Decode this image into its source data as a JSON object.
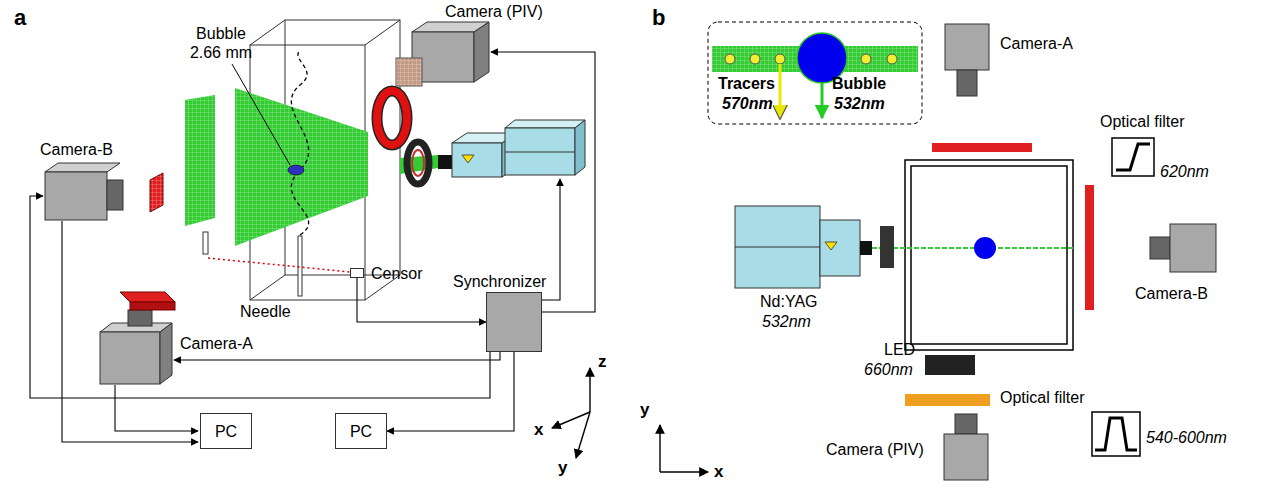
{
  "diagram": {
    "nodes": [
      {
        "text": [
          "Censor"
        ]
      },
      {
        "text": [
          "Synchronizer"
        ]
      },
      {
        "text": [
          "PC"
        ]
      },
      {
        "text": [
          "PC"
        ]
      }
    ],
    "edges": [
      {
        "from": 0,
        "to": 1,
        "arrow": "to"
      },
      {
        "from": 1,
        "to": 3,
        "arrow": "to"
      }
    ],
    "labels": [
      "a",
      "Bubble 2.66 mm",
      "Camera (PIV)",
      "Camera-B",
      "Needle",
      "Camera-A",
      "z",
      "x",
      "y",
      "b",
      "Tracers",
      "570nm",
      "Bubble",
      "532nm",
      "Camera-A",
      "Optical filter",
      "620nm",
      "Nd:YAG",
      "532nm",
      "Camera-B",
      "LED",
      "660nm",
      "Optical filter",
      "540-600nm",
      "Camera (PIV)",
      "y",
      "x"
    ]
  }
}
